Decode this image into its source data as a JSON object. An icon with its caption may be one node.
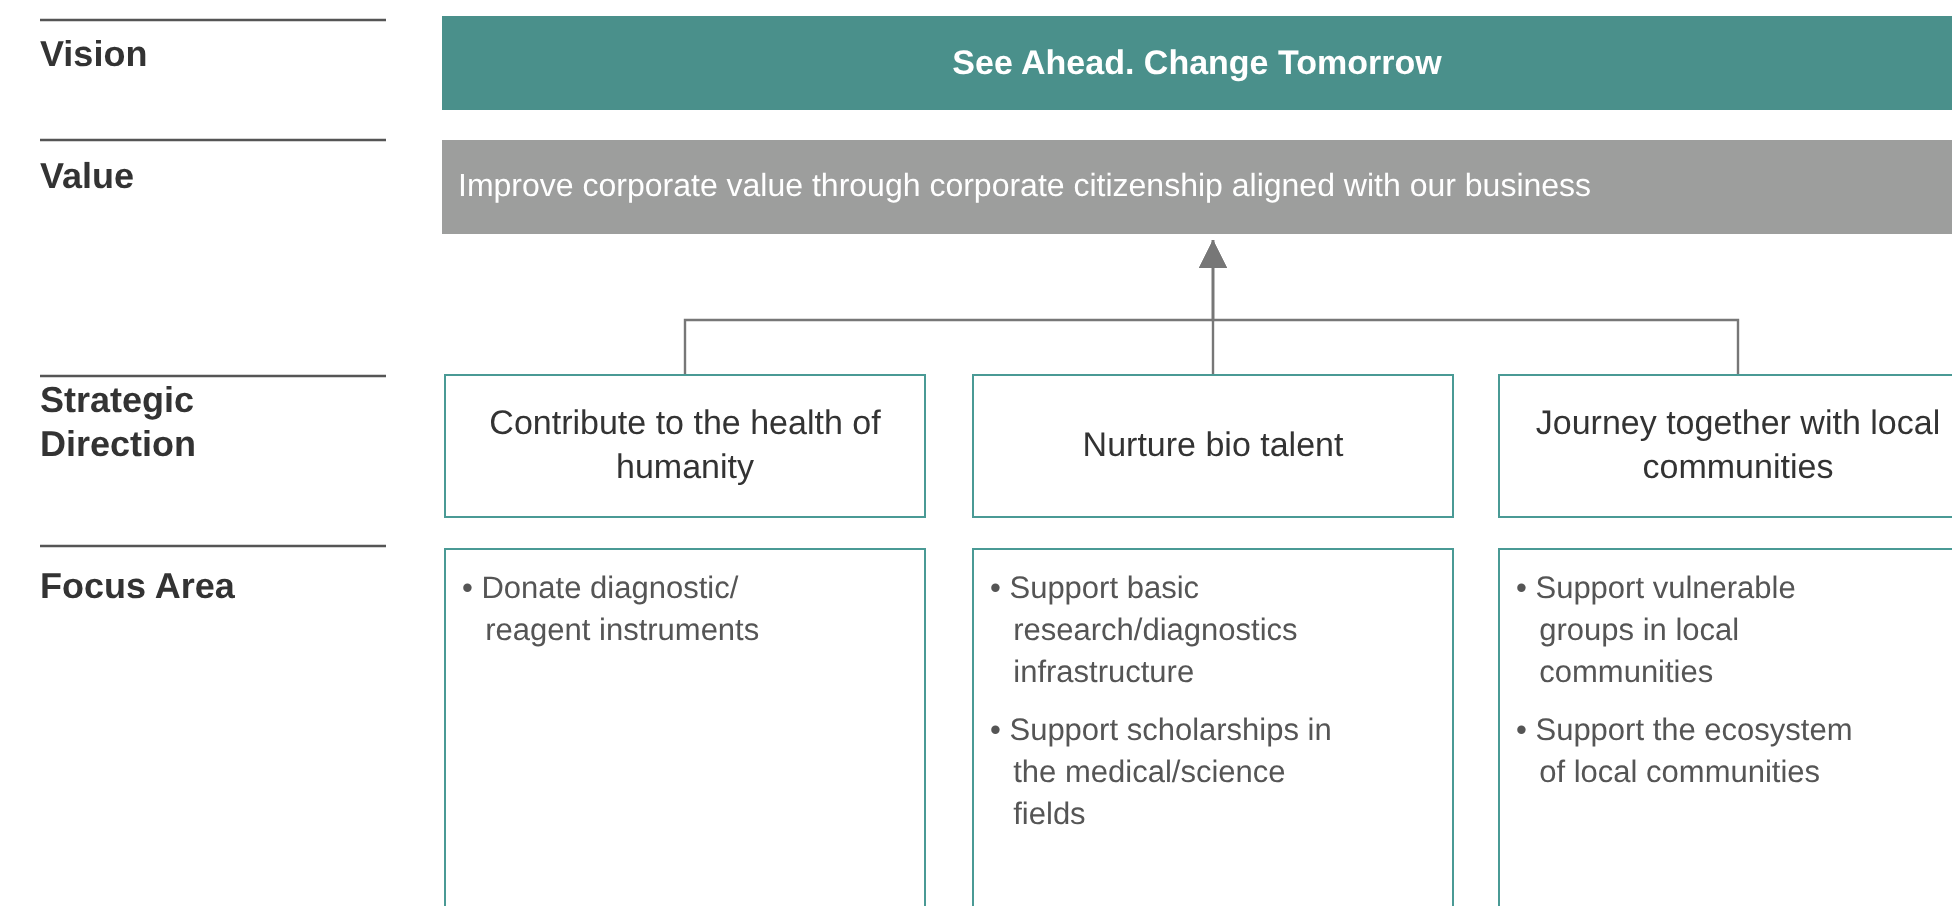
{
  "diagram": {
    "nodes": [
      {
        "text": [
          "See Ahead. Change Tomorrow"
        ]
      },
      {
        "text": [
          "Improve corporate value through corporate citizenship aligned with our business"
        ]
      },
      {
        "text": [
          "Contribute to the health of humanity"
        ]
      },
      {
        "text": [
          "Nurture bio talent"
        ]
      },
      {
        "text": [
          "Journey together with local communities"
        ]
      },
      {
        "text": [
          "• Donate diagnostic/ reagent instruments"
        ]
      },
      {
        "text": [
          "• Support basic research/diagnostics infrastructure",
          "• Support scholarships in the medical/science fields"
        ]
      },
      {
        "text": [
          "• Support vulnerable groups in local communities",
          "• Support the ecosystem of local communities"
        ]
      }
    ],
    "edges": [
      {
        "from": 2,
        "to": 1,
        "arrow": "to"
      },
      {
        "from": 3,
        "to": 1,
        "arrow": "to"
      },
      {
        "from": 4,
        "to": 1,
        "arrow": "to"
      }
    ],
    "labels": [
      "Vision",
      "Value",
      "Strategic Direction",
      "Focus Area"
    ]
  }
}
